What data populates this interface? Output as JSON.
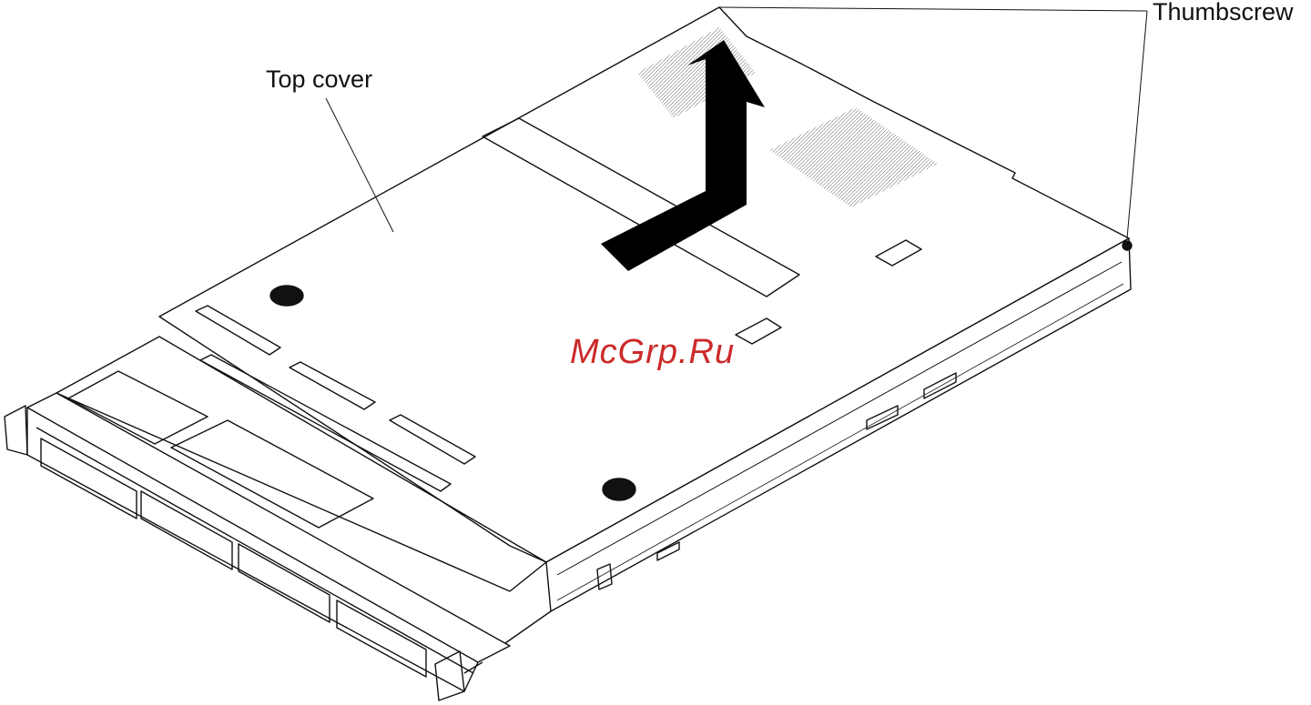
{
  "labels": {
    "top_cover": "Top cover",
    "thumbscrew": "Thumbscrew"
  },
  "watermark": "McGrp.Ru",
  "colors": {
    "line": "#111111",
    "arrow": "#000000",
    "watermark": "#cc2a2a",
    "background": "#ffffff"
  },
  "icons": {
    "removal_arrow": "arrow-up-from-slide",
    "drive_bays": "hot-swap-drive-bay"
  }
}
